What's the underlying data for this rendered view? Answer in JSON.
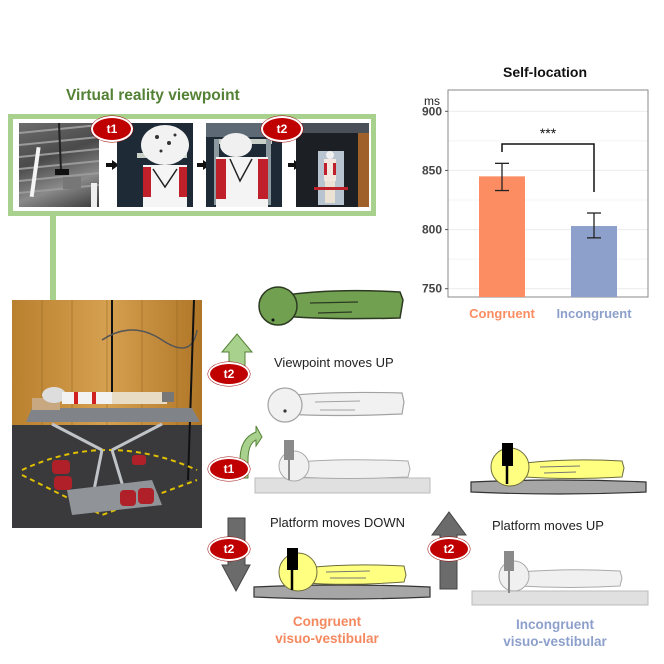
{
  "vr_panel": {
    "title": "Virtual reality viewpoint",
    "badges": [
      "t1",
      "t2"
    ],
    "thumbnails": [
      {
        "name": "ceiling-view"
      },
      {
        "name": "headset-closeup-view"
      },
      {
        "name": "body-view"
      },
      {
        "name": "full-body-elevated-view"
      }
    ]
  },
  "photo": {
    "name": "motion-platform-photo"
  },
  "timeline": {
    "t1_badge": "t1",
    "t2_badge_up": "t2",
    "viewpoint_label": "Viewpoint  moves UP",
    "platform_down_badge": "t2",
    "platform_down_label": "Platform moves DOWN",
    "platform_up_badge": "t2",
    "platform_up_label": "Platform moves UP"
  },
  "conditions": {
    "congruent_line1": "Congruent",
    "congruent_line2": "visuo-vestibular",
    "incongruent_line1": "Incongruent",
    "incongruent_line2": "visuo-vestibular"
  },
  "colors": {
    "vr_green": "#548235",
    "frame_green": "#a9d18e",
    "figure_green": "#70a050",
    "congruent": "#fc8d62",
    "incongruent": "#8da0cb",
    "badge_red": "#c00000",
    "figure_yellow": "#ffff80",
    "arrow_gray": "#6b6b6b"
  },
  "chart_data": {
    "type": "bar",
    "title": "Self-location",
    "ylabel": "ms",
    "xlabel": "",
    "categories": [
      "Congruent",
      "Incongruent"
    ],
    "values": [
      845,
      803
    ],
    "error_low": [
      833,
      793
    ],
    "error_high": [
      856,
      814
    ],
    "ylim": [
      743,
      918
    ],
    "yticks": [
      750,
      800,
      850,
      900
    ],
    "grid": true,
    "significance": {
      "label": "***",
      "between": [
        "Congruent",
        "Incongruent"
      ]
    },
    "bar_colors": [
      "#fc8d62",
      "#8da0cb"
    ]
  }
}
